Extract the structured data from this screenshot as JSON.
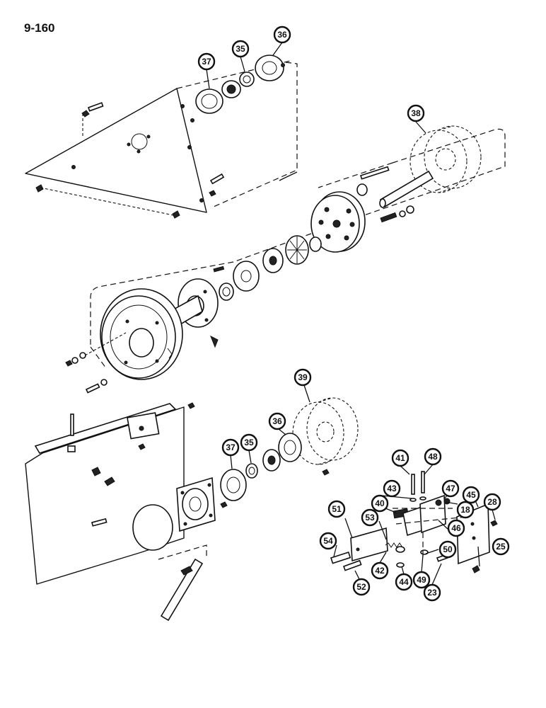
{
  "page_id": "9-160",
  "colors": {
    "ink": "#111111",
    "paper": "#ffffff"
  },
  "callouts": [
    {
      "id": "c-37-top",
      "number": "37"
    },
    {
      "id": "c-35-top",
      "number": "35"
    },
    {
      "id": "c-36-top",
      "number": "36"
    },
    {
      "id": "c-38",
      "number": "38"
    },
    {
      "id": "c-39",
      "number": "39"
    },
    {
      "id": "c-36-mid",
      "number": "36"
    },
    {
      "id": "c-37-mid",
      "number": "37"
    },
    {
      "id": "c-35-mid",
      "number": "35"
    },
    {
      "id": "c-41",
      "number": "41"
    },
    {
      "id": "c-48",
      "number": "48"
    },
    {
      "id": "c-43",
      "number": "43"
    },
    {
      "id": "c-47",
      "number": "47"
    },
    {
      "id": "c-40",
      "number": "40"
    },
    {
      "id": "c-18",
      "number": "18"
    },
    {
      "id": "c-45",
      "number": "45"
    },
    {
      "id": "c-28",
      "number": "28"
    },
    {
      "id": "c-51",
      "number": "51"
    },
    {
      "id": "c-53",
      "number": "53"
    },
    {
      "id": "c-46",
      "number": "46"
    },
    {
      "id": "c-54",
      "number": "54"
    },
    {
      "id": "c-50",
      "number": "50"
    },
    {
      "id": "c-25",
      "number": "25"
    },
    {
      "id": "c-42",
      "number": "42"
    },
    {
      "id": "c-49",
      "number": "49"
    },
    {
      "id": "c-44",
      "number": "44"
    },
    {
      "id": "c-52",
      "number": "52"
    },
    {
      "id": "c-23",
      "number": "23"
    }
  ]
}
